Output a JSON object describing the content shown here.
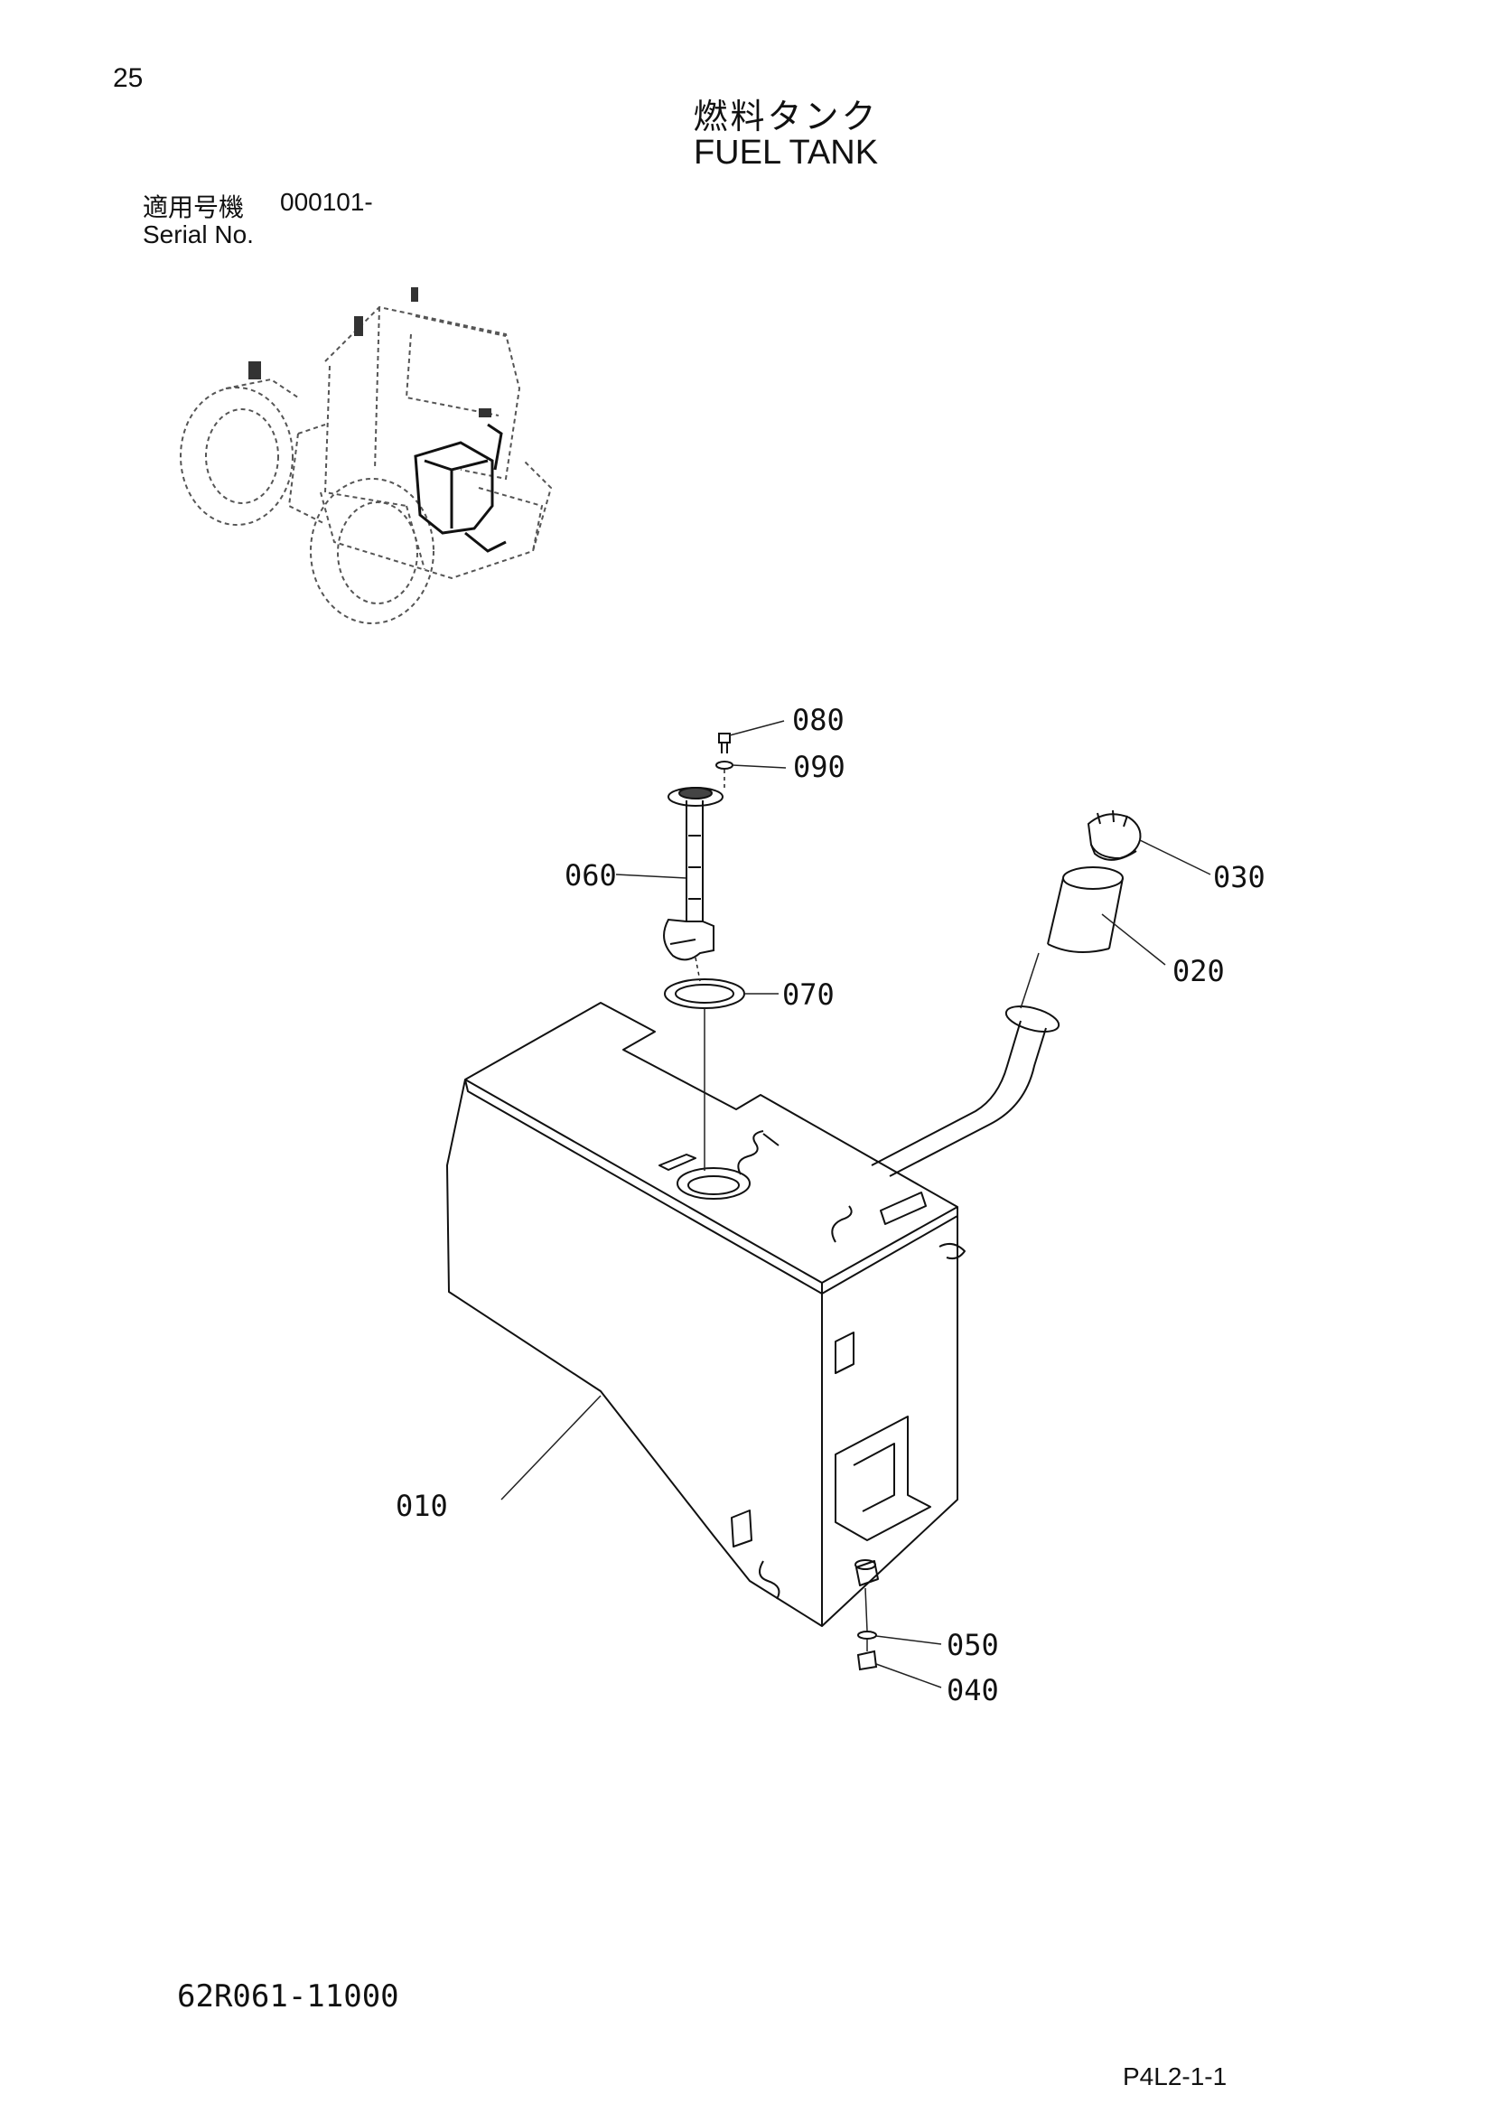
{
  "header": {
    "page_number": "25",
    "title_jp": "燃料タンク",
    "title_en": "FUEL TANK",
    "serial_label_jp": "適用号機",
    "serial_value": "000101-",
    "serial_label_en": "Serial No."
  },
  "callouts": [
    "080",
    "090",
    "060",
    "030",
    "020",
    "070",
    "010",
    "050",
    "040"
  ],
  "footer": {
    "document_code": "62R061-11000",
    "page_code": "P4L2-1-1"
  }
}
